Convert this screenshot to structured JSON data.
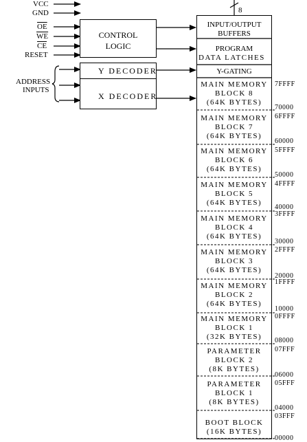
{
  "pins": {
    "vcc": "VCC",
    "gnd": "GND",
    "oe": "OE",
    "we": "WE",
    "ce": "CE",
    "reset": "RESET"
  },
  "bus_width": "8",
  "address_inputs": [
    "ADDRESS",
    "INPUTS"
  ],
  "control_logic": [
    "CONTROL",
    "LOGIC"
  ],
  "y_decoder": "Y DECODER",
  "x_decoder": "X DECODER",
  "io_buffers": [
    "INPUT/OUTPUT",
    "BUFFERS"
  ],
  "program_latches": [
    "PROGRAM",
    "DATA LATCHES"
  ],
  "y_gating": "Y-GATING",
  "blocks": [
    {
      "l1": "MAIN MEMORY",
      "l2": "BLOCK 8",
      "l3": "(64K BYTES)"
    },
    {
      "l1": "MAIN MEMORY",
      "l2": "BLOCK 7",
      "l3": "(64K BYTES)"
    },
    {
      "l1": "MAIN MEMORY",
      "l2": "BLOCK 6",
      "l3": "(64K BYTES)"
    },
    {
      "l1": "MAIN MEMORY",
      "l2": "BLOCK 5",
      "l3": "(64K BYTES)"
    },
    {
      "l1": "MAIN MEMORY",
      "l2": "BLOCK 4",
      "l3": "(64K BYTES)"
    },
    {
      "l1": "MAIN MEMORY",
      "l2": "BLOCK 3",
      "l3": "(64K BYTES)"
    },
    {
      "l1": "MAIN MEMORY",
      "l2": "BLOCK 2",
      "l3": "(64K BYTES)"
    },
    {
      "l1": "MAIN MEMORY",
      "l2": "BLOCK 1",
      "l3": "(32K BYTES)"
    },
    {
      "l1": "PARAMETER",
      "l2": "BLOCK 2",
      "l3": "(8K BYTES)"
    },
    {
      "l1": "PARAMETER",
      "l2": "BLOCK 1",
      "l3": "(8K BYTES)"
    },
    {
      "l1": "BOOT BLOCK",
      "l2": "(16K BYTES)"
    }
  ],
  "addresses": [
    "7FFFF",
    "70000",
    "6FFFF",
    "60000",
    "5FFFF",
    "50000",
    "4FFFF",
    "40000",
    "3FFFF",
    "30000",
    "2FFFF",
    "20000",
    "1FFFF",
    "10000",
    "0FFFF",
    "08000",
    "07FFF",
    "06000",
    "05FFF",
    "04000",
    "03FFF",
    "00000"
  ]
}
